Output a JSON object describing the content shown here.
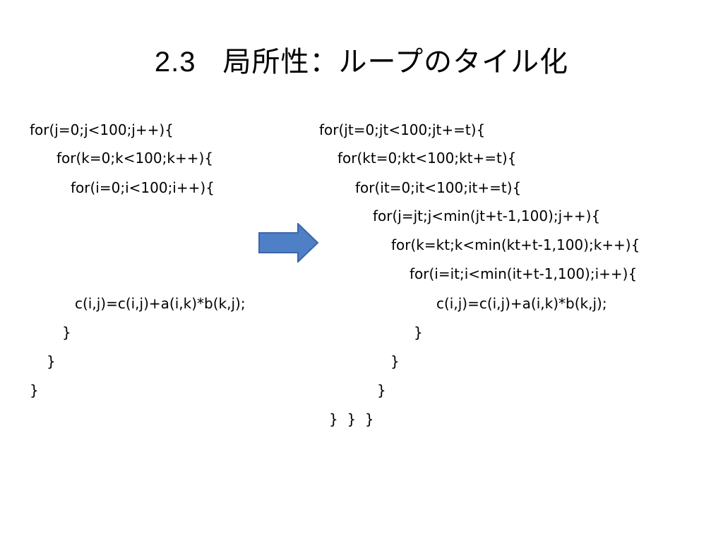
{
  "slide": {
    "title": {
      "number": "2.3",
      "text": "局所性：ループのタイル化"
    },
    "left_code": [
      "for(j=0;j<100;j++){",
      "for(k=0;k<100;k++){",
      "for(i=0;i<100;i++){",
      "c(i,j)=c(i,j)+a(i,k)*b(k,j);",
      "}",
      "}",
      "}"
    ],
    "right_code": [
      "for(jt=0;jt<100;jt+=t){",
      "for(kt=0;kt<100;kt+=t){",
      "for(it=0;it<100;it+=t){",
      "for(j=jt;j<min(jt+t-1,100);j++){",
      "for(k=kt;k<min(kt+t-1,100);k++){",
      "for(i=it;i<min(it+t-1,100);i++){",
      "c(i,j)=c(i,j)+a(i,k)*b(k,j);",
      "}",
      "}",
      "}",
      "}  }  }"
    ],
    "colors": {
      "arrow_fill": "#4f7fc6",
      "arrow_stroke": "#3a66a8",
      "text": "#000000",
      "background": "#ffffff"
    },
    "icons": [
      "right-arrow-icon"
    ]
  }
}
